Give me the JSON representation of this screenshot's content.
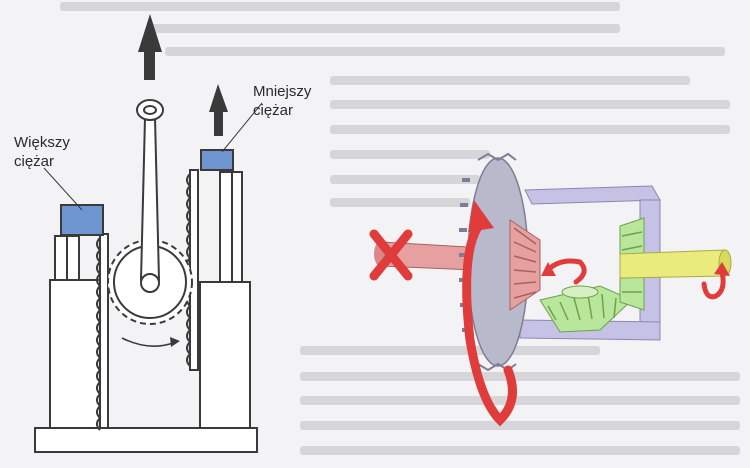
{
  "labels": {
    "larger_weight_line1": "Większy",
    "larger_weight_line2": "ciężar",
    "smaller_weight_line1": "Mniejszy",
    "smaller_weight_line2": "ciężar"
  },
  "colors": {
    "frame": "#3a3a3a",
    "weight_block": "#6f95d0",
    "arrow": "#3a3a3a",
    "red_rotation": "#e03c3c",
    "gear_gray": "#b9b9cc",
    "gear_pink": "#e6a0a0",
    "gear_green": "#b8e69a",
    "gear_yellow": "#e9ec7c",
    "cage_purple": "#c6c2e6"
  }
}
